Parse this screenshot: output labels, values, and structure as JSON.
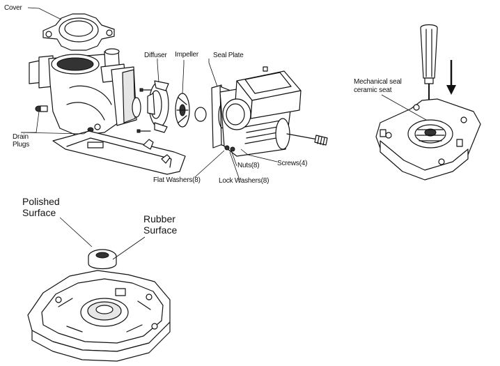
{
  "labels": {
    "cover": "Cover",
    "diffuser": "Diffuser",
    "impeller": "Impeller",
    "seal_plate": "Seal Plate",
    "drain_plugs_line1": "Drain",
    "drain_plugs_line2": "Plugs",
    "nuts": "Nuts(8)",
    "screws": "Screws(4)",
    "flat_washers": "Flat Washers(8)",
    "lock_washers": "Lock Washers(8)",
    "mech_seal_line1": "Mechanical seal",
    "mech_seal_line2": "ceramic seat",
    "polished_line1": "Polished",
    "polished_line2": "Surface",
    "rubber_line1": "Rubber",
    "rubber_line2": "Surface"
  }
}
